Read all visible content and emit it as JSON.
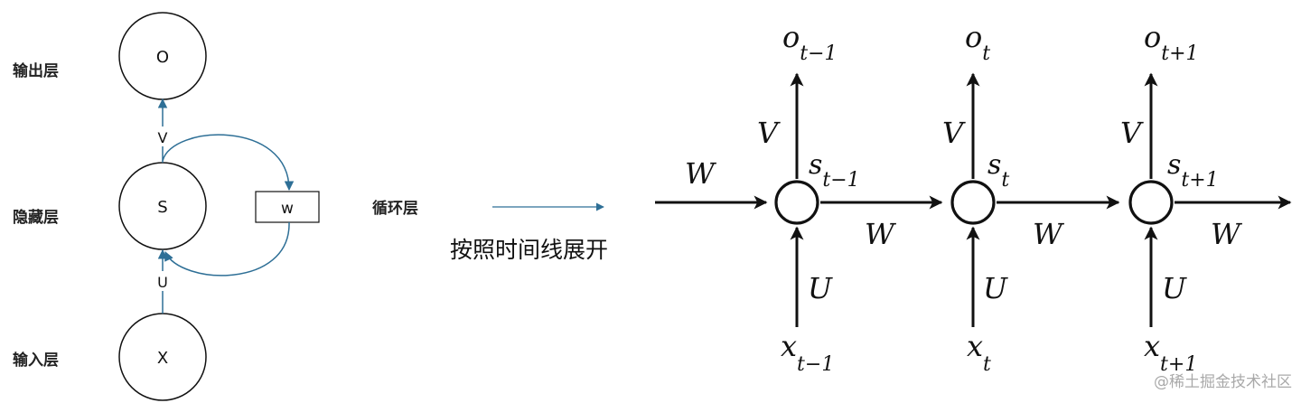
{
  "left": {
    "layers": {
      "output": "输出层",
      "hidden": "隐藏层",
      "input": "输入层",
      "recurrent": "循环层"
    },
    "nodes": {
      "o": "O",
      "s": "S",
      "x": "X",
      "w": "w"
    },
    "edges": {
      "v": "V",
      "u": "U"
    },
    "unfold_caption": "按照时间线展开",
    "edge_color": "#2e6f96"
  },
  "right": {
    "steps": [
      {
        "o_base": "o",
        "o_sub": "t−1",
        "s_base": "s",
        "s_sub": "t−1",
        "x_base": "x",
        "x_sub": "t−1",
        "v": "V",
        "u": "U",
        "w_out": "W"
      },
      {
        "o_base": "o",
        "o_sub": "t",
        "s_base": "s",
        "s_sub": "t",
        "x_base": "x",
        "x_sub": "t",
        "v": "V",
        "u": "U",
        "w_out": "W"
      },
      {
        "o_base": "o",
        "o_sub": "t+1",
        "s_base": "s",
        "s_sub": "t+1",
        "x_base": "x",
        "x_sub": "t+1",
        "v": "V",
        "u": "U",
        "w_out": "W"
      }
    ],
    "w_in": "W"
  },
  "watermark": "@稀土掘金技术社区"
}
